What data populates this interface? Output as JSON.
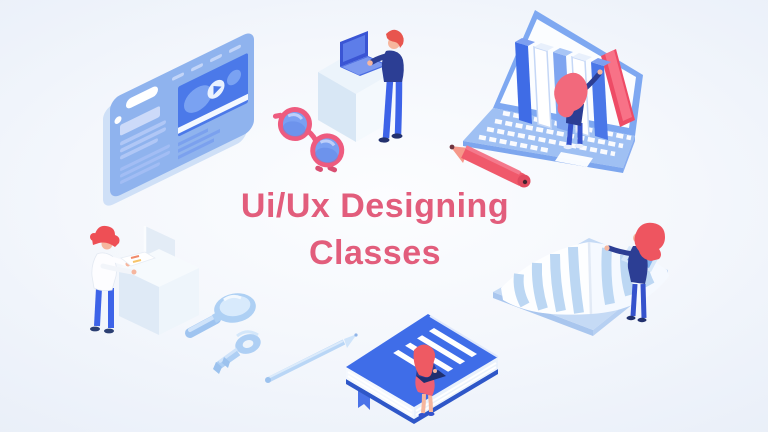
{
  "banner": {
    "title_line1": "Ui/Ux Designing",
    "title_line2": "Classes"
  },
  "colors": {
    "title-pink": "#e25d7c",
    "bg-center": "#fcfdff",
    "bg-edge": "#e7edf7",
    "primary-blue": "#4273e8",
    "mid-blue": "#8fb3ee",
    "soft-blue": "#b9d6f6",
    "pale-blue": "#dce9f6",
    "navy": "#2c3e94",
    "denim-blue": "#3d63e8",
    "coral-red": "#ee5a6a",
    "pink-frame": "#ee5b7f",
    "hair-red": "#e8554e",
    "skin": "#f6b69e",
    "white": "#ffffff"
  },
  "illustrations": [
    {
      "id": "browser-video-window",
      "label": "Browser window with video player"
    },
    {
      "id": "presenter-laptop-podium",
      "label": "Man working on laptop at podium"
    },
    {
      "id": "pink-glasses",
      "label": "Pink round glasses"
    },
    {
      "id": "laptop-bookshelf",
      "label": "Laptop with books and woman picking a book"
    },
    {
      "id": "red-pencil",
      "label": "Red pencil"
    },
    {
      "id": "workstation-person",
      "label": "Person reading document at workstation"
    },
    {
      "id": "magnifier",
      "label": "Magnifying glass"
    },
    {
      "id": "key",
      "label": "Key"
    },
    {
      "id": "blue-pencil",
      "label": "Blue pencil"
    },
    {
      "id": "closed-book-reader",
      "label": "Woman sitting on closed book with laptop"
    },
    {
      "id": "open-book-reader",
      "label": "Woman standing by open book"
    }
  ]
}
